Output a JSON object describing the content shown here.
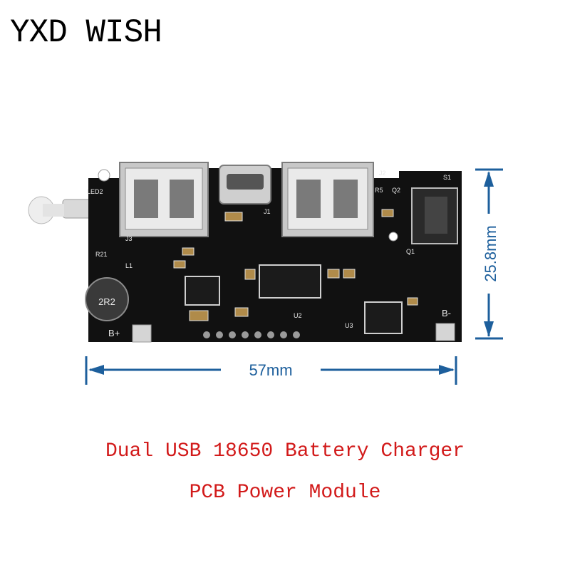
{
  "brand": "YXD WISH",
  "dimensions": {
    "width_label": "57mm",
    "height_label": "25.8mm"
  },
  "board_labels": {
    "led": "LED2",
    "j1": "J1",
    "j2": "J2",
    "j3": "J3",
    "s1": "S1",
    "q1": "Q1",
    "q2": "Q2",
    "r5": "R5",
    "r21": "R21",
    "l1": "L1",
    "inductor": "2R2",
    "u2": "U2",
    "u3": "U3",
    "bplus": "B+",
    "bminus": "B-"
  },
  "caption": {
    "line1": "Dual USB 18650 Battery Charger",
    "line2": "PCB Power Module"
  },
  "colors": {
    "board": "#111111",
    "dimension": "#1d5f9c",
    "caption": "#d21a1a"
  }
}
